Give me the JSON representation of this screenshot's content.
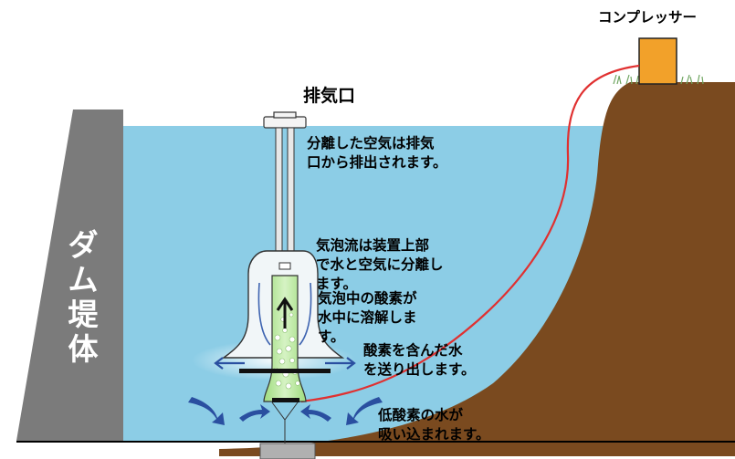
{
  "labels": {
    "compressor": "コンプレッサー",
    "exhaust_port": "排気口",
    "separated_air": [
      "分離した空気は排気",
      "口から排出されます。"
    ],
    "bubble_flow": [
      "気泡流は装置上部",
      "で水と空気に分離し",
      "ます。"
    ],
    "oxygen_dissolve": [
      "気泡中の酸素が",
      "水中に溶解しま",
      "す。"
    ],
    "oxygenated_out": [
      "酸素を含んだ水",
      "を送り出します。"
    ],
    "low_oxygen_in": [
      "低酸素の水が",
      "吸い込まれます。"
    ],
    "dam_body": [
      "ダ",
      "ム",
      "堤",
      "体"
    ]
  },
  "colors": {
    "water": "#8ccde6",
    "earth": "#7a4a1f",
    "dam": "#7b7b7b",
    "air_hose": "#e03030",
    "compressor": "#f2a12a",
    "flow_arrow": "#2a4fa0",
    "bubbles": "#a8e08a"
  }
}
